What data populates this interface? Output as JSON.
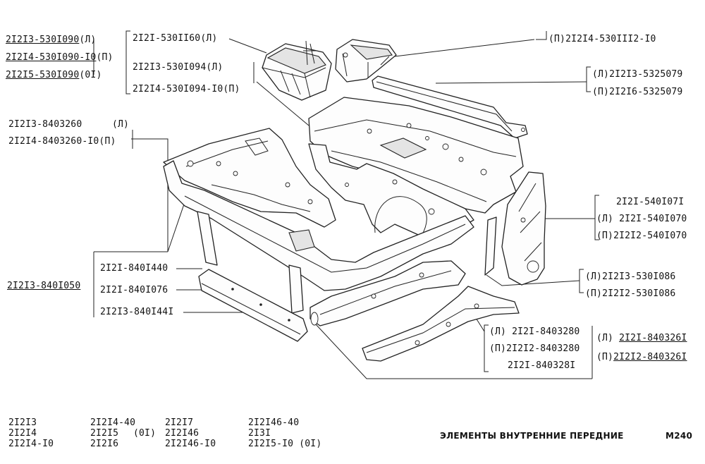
{
  "top_left": [
    {
      "code": "2I2I3-530I090",
      "side": "(Л)",
      "underline": true
    },
    {
      "code": "2I2I4-530I090-I0",
      "side": "(П)",
      "underline": true
    },
    {
      "code": "2I2I5-530I090",
      "side": "(0I)",
      "underline": true
    }
  ],
  "bracket_top": [
    "2I2I-530II60(Л)",
    "2I2I3-530I094(Л)",
    "2I2I4-530I094-I0(П)"
  ],
  "top_right": "(П)2I2I4-530III2-I0",
  "right_group1": [
    "(Л)2I2I3-5325079",
    "(П)2I2I6-5325079"
  ],
  "left_group2": {
    "line1": "2I2I3-8403260",
    "side1": "(Л)",
    "line2": "2I2I4-8403260-I0(П)"
  },
  "right_group2": [
    "2I2I-540I07I",
    "(Л) 2I2I-540I070",
    "(П)2I2I2-540I070"
  ],
  "left_main": "2I2I3-840I050",
  "left_bracket": [
    "2I2I-840I440",
    "2I2I-840I076",
    "2I2I3-840I44I"
  ],
  "right_group3": [
    "(Л)2I2I3-530I086",
    "(П)2I2I2-530I086"
  ],
  "bottom_center": [
    "(Л) 2I2I-8403280",
    "(П)2I2I2-8403280",
    "2I2I-840328I"
  ],
  "bottom_right": [
    "(Л) 2I2I-840326I",
    "(П)2I2I2-840326I"
  ],
  "bottom_right_prefix": [
    "(Л) ",
    "(П)"
  ],
  "bottom_right_code": [
    "2I2I-840326I",
    "2I2I2-840326I"
  ],
  "models": {
    "col1": [
      "2I2I3",
      "2I2I4",
      "2I2I4-I0"
    ],
    "col2": [
      "2I2I4-40",
      "2I2I5",
      "2I2I6"
    ],
    "col2_note": "(0I)",
    "col3": [
      "2I2I7",
      "2I2I46",
      "2I2I46-I0"
    ],
    "col4": [
      "2I2I46-40",
      "2I3I",
      "2I2I5-I0 (0I)"
    ]
  },
  "caption": "ЭЛЕМЕНТЫ ВНУТРЕННИЕ ПЕРЕДНИЕ",
  "page_code": "M240"
}
